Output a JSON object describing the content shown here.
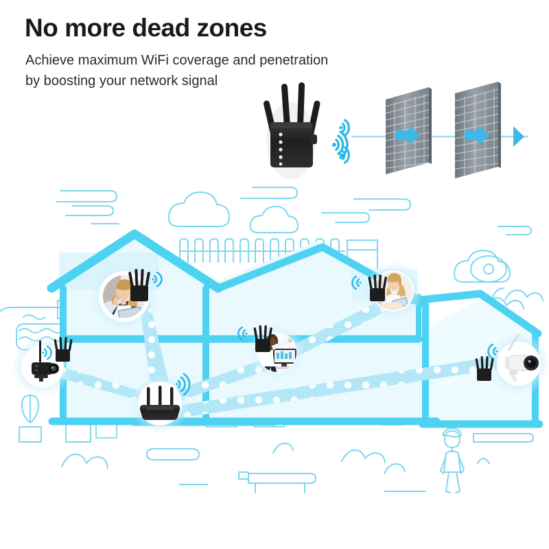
{
  "headline": "No more dead zones",
  "subheading": {
    "line1": "Achieve maximum WiFi coverage and penetration",
    "line2": "by boosting your network signal"
  },
  "colors": {
    "accent_cyan": "#31c6ee",
    "house_outline": "#4ed2f2",
    "pale_fill": "#e8f9fd",
    "beam": "#a9e4f5",
    "line_art": "#7fd6ef",
    "wall_gray": "#8b9299",
    "device_black": "#262626",
    "text_dark": "#1a1a1a",
    "arrow_blue": "#3db8e8"
  },
  "top_scene": {
    "label": "wifi-penetration-demo",
    "extender": {
      "name": "wifi-range-extender",
      "antenna_count": 4,
      "led_count": 5
    },
    "signal_waves": 3,
    "walls": [
      {
        "name": "brick-wall-1",
        "material": "brick"
      },
      {
        "name": "brick-wall-2",
        "material": "brick"
      }
    ],
    "arrows": 3
  },
  "house_scene": {
    "label": "home-coverage-diagram",
    "central_router": {
      "name": "main-router",
      "antenna_count": 3
    },
    "nodes": [
      {
        "id": "node-living-room",
        "device": "wifi-range-extender",
        "subject": "woman-with-tablet-on-phone"
      },
      {
        "id": "node-bedroom",
        "device": "wifi-range-extender",
        "subject": "woman-in-bed-with-tablet"
      },
      {
        "id": "node-tv-room",
        "device": "wifi-range-extender",
        "subject": "person-watching-tv"
      },
      {
        "id": "node-outdoor-left",
        "device": "wifi-range-extender",
        "subject": "black-security-camera"
      },
      {
        "id": "node-outdoor-right",
        "device": "wifi-range-extender",
        "subject": "white-security-camera"
      }
    ],
    "connection_beams": 5,
    "decorations": [
      "cloud",
      "cloud",
      "cloud",
      "cloud",
      "cloud-camera-icon",
      "picket-fence",
      "swimming-pool",
      "walking-person",
      "indoor-furniture",
      "wall-clock",
      "window",
      "bench",
      "plant"
    ]
  }
}
